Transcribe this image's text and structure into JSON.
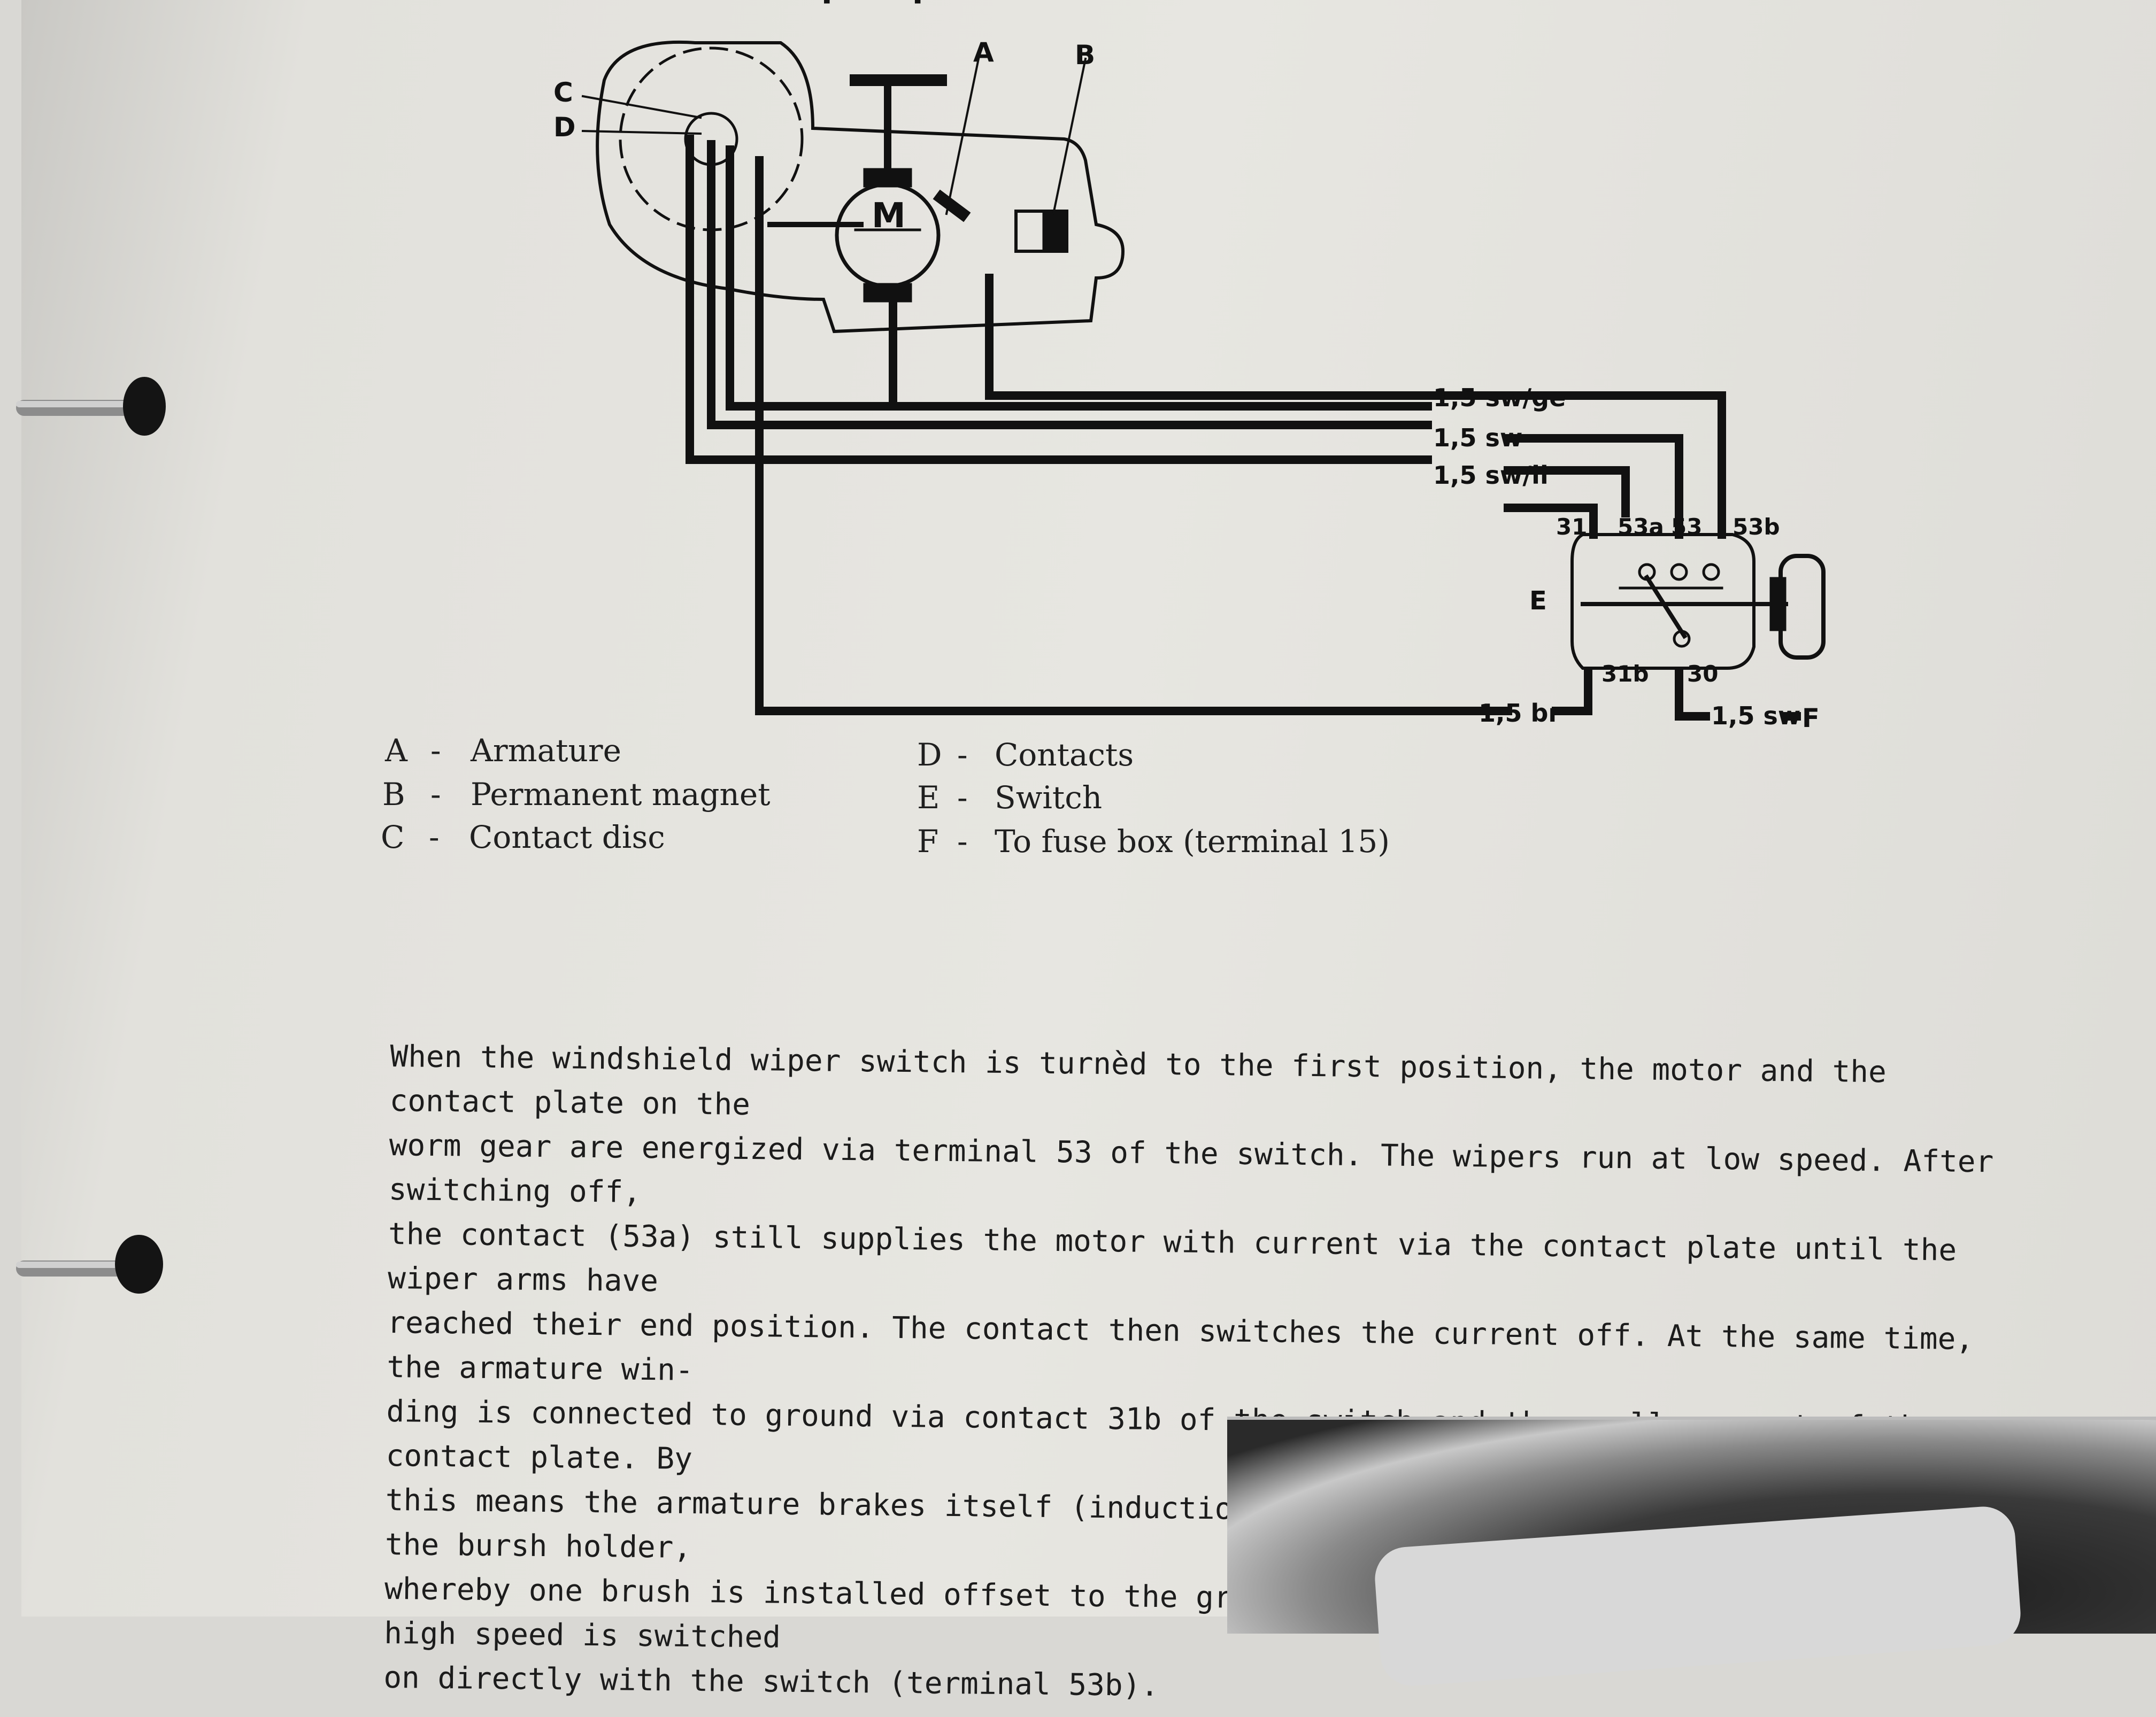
{
  "header_partial": "wiper speeds",
  "diagram": {
    "labels": {
      "A": "A",
      "B": "B",
      "C": "C",
      "D": "D",
      "E": "E",
      "F": "F",
      "M": "M"
    },
    "wires": {
      "sw_ge": "1,5 sw/ge",
      "sw": "1,5 sw",
      "sw_li": "1,5 sw/li",
      "br": "1,5 br",
      "sw_f": "1,5 sw"
    },
    "terminals": {
      "t31": "31",
      "t53a": "53a",
      "t53": "53",
      "t53b": "53b",
      "t31b": "31b",
      "t30": "30"
    }
  },
  "legend": [
    {
      "key": "A",
      "sep": "-",
      "desc": "Armature"
    },
    {
      "key": "B",
      "sep": "-",
      "desc": "Permanent magnet"
    },
    {
      "key": "C",
      "sep": "-",
      "desc": "Contact disc"
    },
    {
      "key": "D",
      "sep": "-",
      "desc": "Contacts"
    },
    {
      "key": "E",
      "sep": "-",
      "desc": "Switch"
    },
    {
      "key": "F",
      "sep": "-",
      "desc": "To fuse box (terminal 15)"
    }
  ],
  "paragraph": [
    "When the windshield wiper switch is turnèd to the first position, the motor and the contact plate on the",
    "worm gear are energized via terminal 53 of the switch. The wipers run at low speed. After switching off,",
    "the contact (53a) still supplies the motor with current via the contact plate until the wiper arms have",
    "reached their end position. The contact then switches the current off. At the same time, the armature win-",
    "ding is connected to ground via contact 31b of the switch and the small segment of the contact plate. By",
    "this means the armature brakes itself (induction brake). There are three carbon brushes in the bursh holder,",
    "whereby one brush is installed offset to the ground brush. It is via this brush that the high speed is switched",
    "on directly with the switch (terminal 53b)."
  ],
  "colors": {
    "paper": "#e5e4df",
    "ink": "#111111"
  }
}
